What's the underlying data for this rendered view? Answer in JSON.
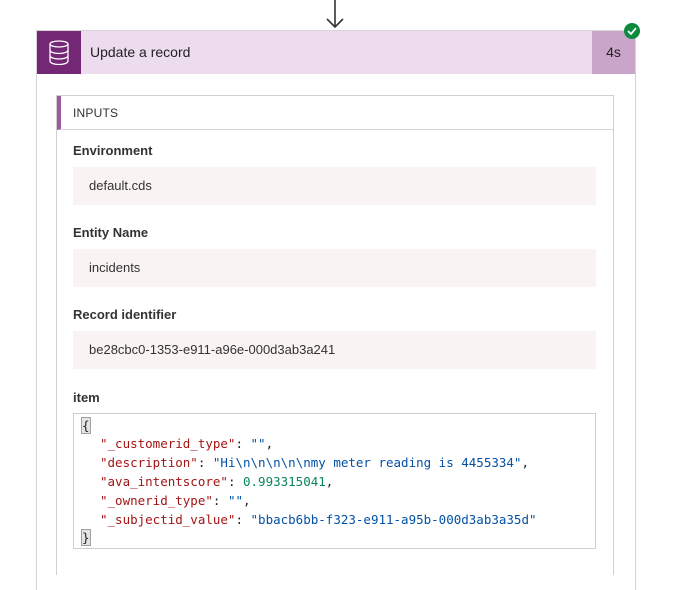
{
  "action": {
    "title": "Update a record",
    "duration": "4s",
    "status": "succeeded",
    "icon": "database-icon"
  },
  "colors": {
    "header_bg": "#ecdced",
    "icon_bg": "#742774",
    "duration_bg": "#c9a6c9",
    "success": "#0b8a3c",
    "value_bg": "#faf3f3"
  },
  "inputs": {
    "section_label": "INPUTS",
    "environment": {
      "label": "Environment",
      "value": "default.cds"
    },
    "entity_name": {
      "label": "Entity Name",
      "value": "incidents"
    },
    "record_identifier": {
      "label": "Record identifier",
      "value": "be28cbc0-1353-e911-a96e-000d3ab3a241"
    },
    "item": {
      "label": "item",
      "open_brace": "{",
      "close_brace": "}",
      "entries": [
        {
          "key": "\"_customerid_type\"",
          "value": "\"\"",
          "type": "string",
          "trail": ","
        },
        {
          "key": "\"description\"",
          "value": "\"Hi\\n\\n\\n\\n\\nmy meter reading is 4455334\"",
          "type": "string",
          "trail": ","
        },
        {
          "key": "\"ava_intentscore\"",
          "value": "0.993315041",
          "type": "number",
          "trail": ","
        },
        {
          "key": "\"_ownerid_type\"",
          "value": "\"\"",
          "type": "string",
          "trail": ","
        },
        {
          "key": "\"_subjectid_value\"",
          "value": "\"bbacb6bb-f323-e911-a95b-000d3ab3a35d\"",
          "type": "string",
          "trail": ""
        }
      ]
    }
  }
}
